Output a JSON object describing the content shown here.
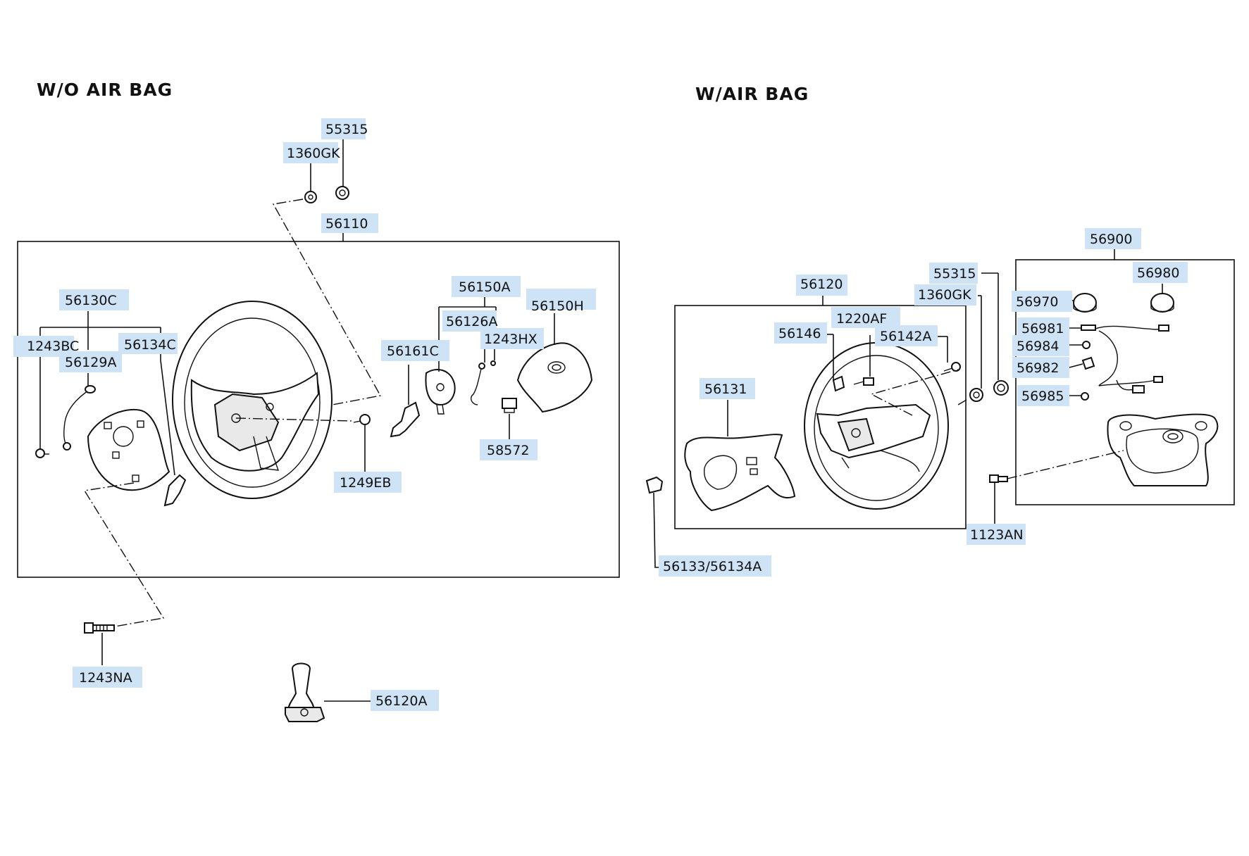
{
  "sections": {
    "without_airbag_title": "W/O AIR BAG",
    "with_airbag_title": "W/AIR BAG"
  },
  "labels": {
    "p55315_left": "55315",
    "p1360GK_left": "1360GK",
    "p56110": "56110",
    "p56130C": "56130C",
    "p1243BC": "1243BC",
    "p56134C": "56134C",
    "p56129A": "56129A",
    "p56150A": "56150A",
    "p56126A": "56126A",
    "p1243HX": "1243HX",
    "p56150H": "56150H",
    "p56161C": "56161C",
    "p58572": "58572",
    "p1249EB": "1249EB",
    "p1243NA": "1243NA",
    "p56120A": "56120A",
    "p56120": "56120",
    "p56146": "56146",
    "p1220AF": "1220AF",
    "p56142A": "56142A",
    "p56131": "56131",
    "p55315_right": "55315",
    "p1360GK_right": "1360GK",
    "p56900": "56900",
    "p56980": "56980",
    "p56970": "56970",
    "p56981": "56981",
    "p56984": "56984",
    "p56982": "56982",
    "p56985": "56985",
    "p1123AN": "1123AN",
    "p56133_56134A": "56133/56134A"
  },
  "colors": {
    "label_highlight": "#cfe3f6",
    "line": "#111111",
    "background": "#ffffff"
  }
}
